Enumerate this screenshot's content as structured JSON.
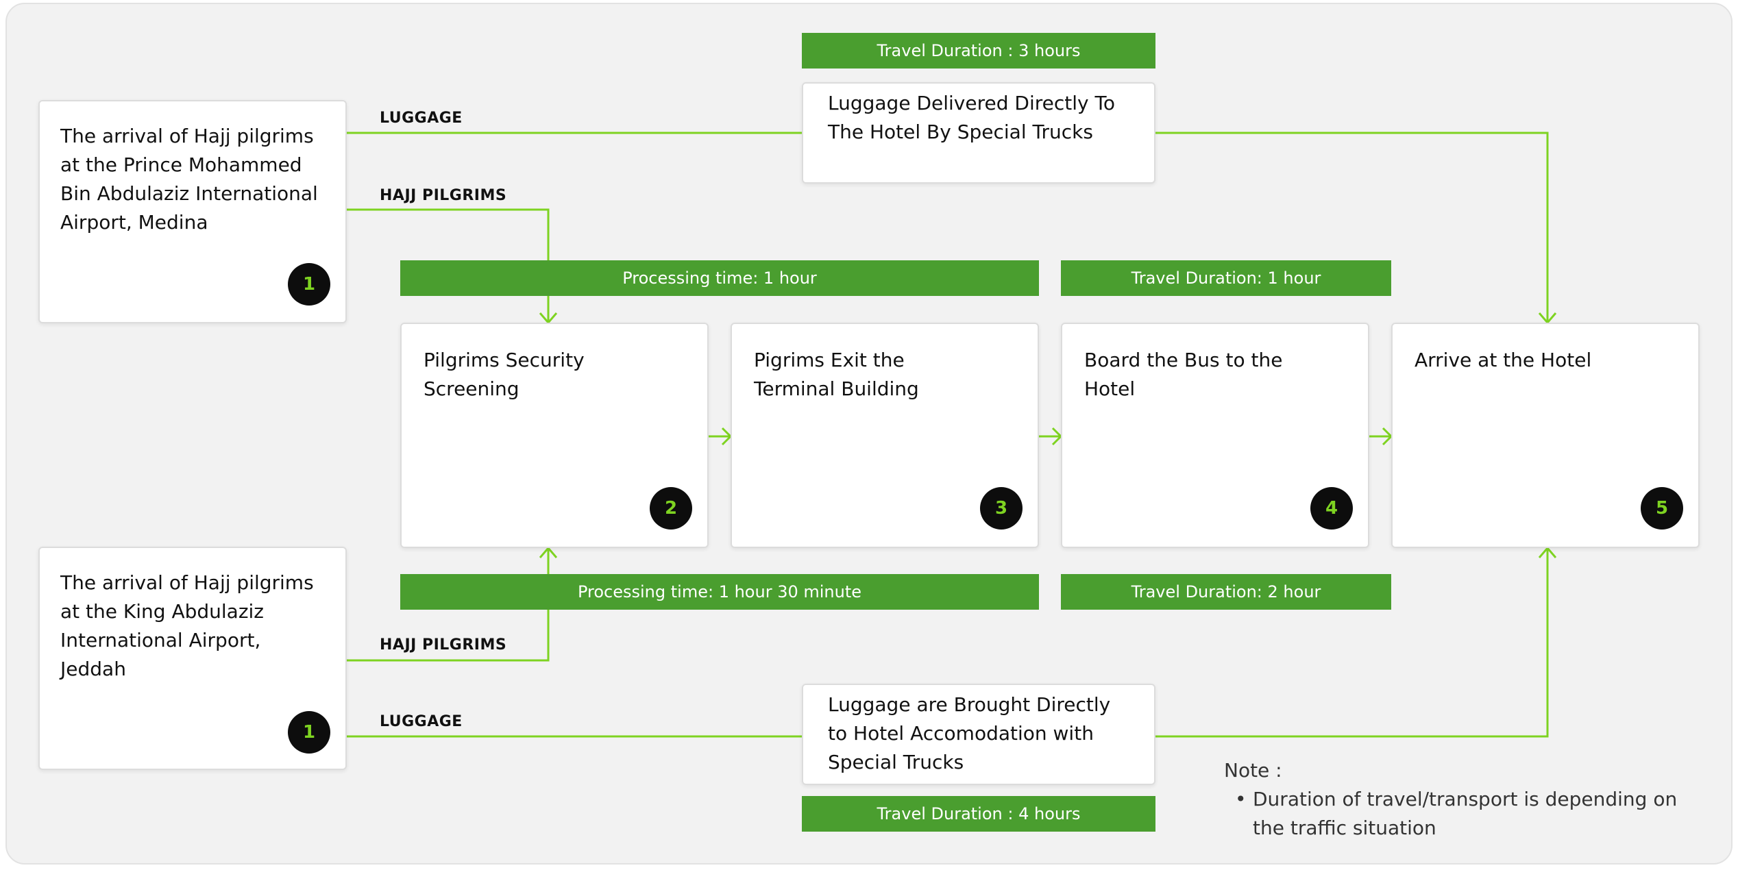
{
  "nodes": {
    "medina_arrival": {
      "text": "The arrival of Hajj pilgrims at the Prince Mohammed Bin Abdulaziz International Airport, Medina",
      "step": "1"
    },
    "jeddah_arrival": {
      "text": "The arrival of Hajj pilgrims at the King Abdulaziz International Airport, Jeddah",
      "step": "1"
    },
    "security_screening": {
      "text": "Pilgrims Security Screening",
      "step": "2"
    },
    "exit_terminal": {
      "text": "Pigrims Exit the Terminal Building",
      "step": "3"
    },
    "board_bus": {
      "text": "Board the Bus to the Hotel",
      "step": "4"
    },
    "arrive_hotel": {
      "text": "Arrive at the Hotel",
      "step": "5"
    },
    "luggage_top": {
      "text": "Luggage Delivered Directly To The Hotel By Special Trucks"
    },
    "luggage_bottom": {
      "text": "Luggage are Brought Directly to Hotel Accomodation with Special Trucks"
    }
  },
  "durations": {
    "luggage_top": "Travel Duration : 3 hours",
    "processing_medina": "Processing time: 1 hour",
    "bus_medina": "Travel Duration: 1 hour",
    "processing_jeddah": "Processing time: 1 hour 30 minute",
    "bus_jeddah": "Travel Duration: 2 hour",
    "luggage_bottom": "Travel Duration : 4 hours"
  },
  "edge_labels": {
    "luggage_top": "LUGGAGE",
    "pilgrims_top": "HAJJ PILGRIMS",
    "pilgrims_bottom": "HAJJ PILGRIMS",
    "luggage_bottom": "LUGGAGE"
  },
  "note": {
    "title": "Note :",
    "items": [
      "Duration of travel/transport is depending on the traffic situation"
    ]
  },
  "colors": {
    "connector": "#7ed321",
    "duration_bar": "#4a9e2f",
    "badge_bg": "#0d0d0d",
    "badge_text": "#7ed321"
  }
}
